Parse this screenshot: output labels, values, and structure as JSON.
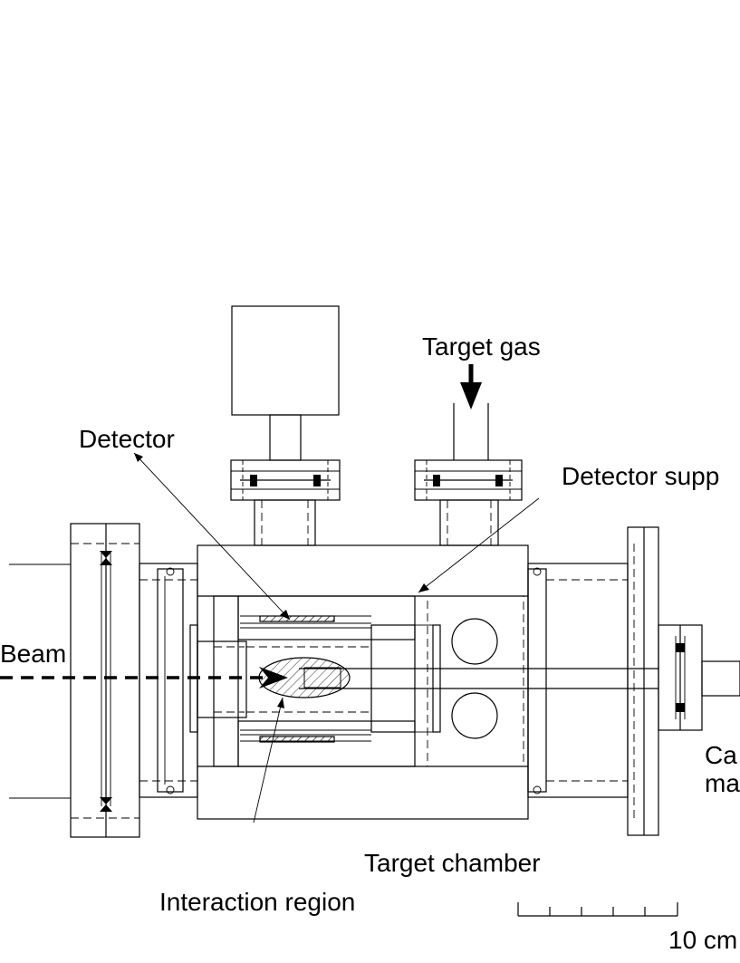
{
  "labels": {
    "target_gas": "Target gas",
    "detector": "Detector",
    "detector_support": "Detector supp",
    "beam": "Beam",
    "target_chamber": "Target chamber",
    "interaction_region": "Interaction region",
    "camera_line1": "Ca",
    "camera_line2": "ma",
    "scale": "10 cm"
  }
}
